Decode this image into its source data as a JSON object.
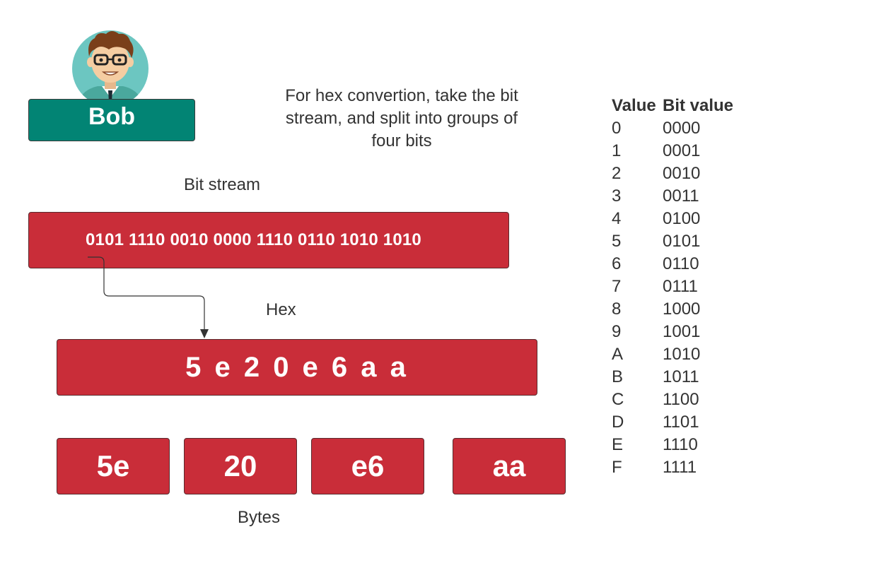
{
  "avatar": {
    "name": "Bob",
    "colors": {
      "circle": "#6cc6c1",
      "skin": "#f5cda2",
      "hair": "#7a3f1a",
      "shirt": "#4aa89d"
    }
  },
  "instruction": "For hex convertion, take the bit stream, and split into groups of four bits",
  "labels": {
    "bit_stream": "Bit stream",
    "hex": "Hex",
    "bytes": "Bytes"
  },
  "bit_stream_value": "0101 1110 0010 0000 1110 0110 1010 1010",
  "hex_value": "5 e 2 0 e 6 a a",
  "bytes": [
    "5e",
    "20",
    "e6",
    "aa"
  ],
  "table": {
    "headers": [
      "Value",
      "Bit value"
    ],
    "rows": [
      [
        "0",
        "0000"
      ],
      [
        "1",
        "0001"
      ],
      [
        "2",
        "0010"
      ],
      [
        "3",
        "0011"
      ],
      [
        "4",
        "0100"
      ],
      [
        "5",
        "0101"
      ],
      [
        "6",
        "0110"
      ],
      [
        "7",
        "0111"
      ],
      [
        "8",
        "1000"
      ],
      [
        "9",
        "1001"
      ],
      [
        "A",
        "1010"
      ],
      [
        "B",
        "1011"
      ],
      [
        "C",
        "1100"
      ],
      [
        "D",
        "1101"
      ],
      [
        "E",
        "1110"
      ],
      [
        "F",
        "1111"
      ]
    ]
  },
  "colors": {
    "red_box": "#c92d39",
    "name_box": "#028474",
    "text": "#333333"
  }
}
